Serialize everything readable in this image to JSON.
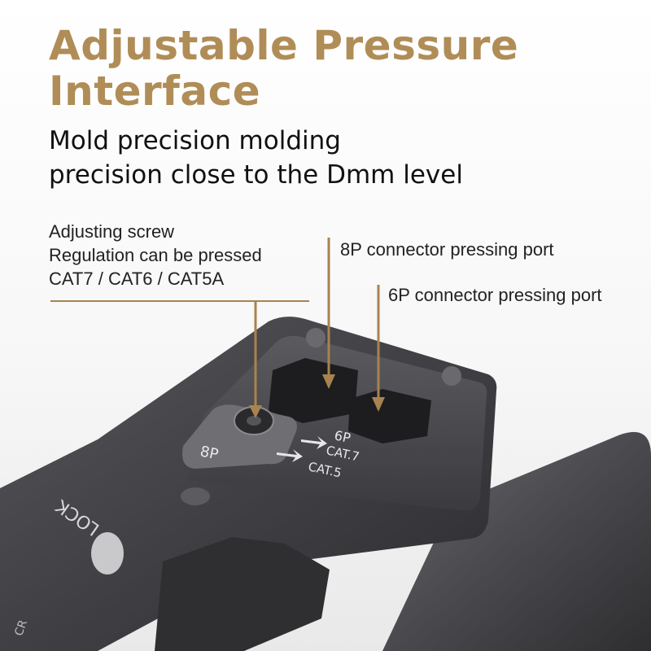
{
  "title": {
    "line1": "Adjustable Pressure",
    "line2": "Interface",
    "color": "#b08d57"
  },
  "subtitle": {
    "line1": "Mold precision molding",
    "line2": "precision close to the Dmm level"
  },
  "callouts": {
    "adjusting": {
      "line1": "Adjusting screw",
      "line2": "Regulation can be pressed",
      "line3": "CAT7 / CAT6 / CAT5A"
    },
    "port8p": "8P connector pressing port",
    "port6p": "6P connector pressing port"
  },
  "tool_marks": {
    "label_8p": "8P",
    "label_6p": "6P",
    "label_cat7": "CAT.7",
    "label_cat5": "CAT.5",
    "label_lock": "LOCK",
    "label_cr": "CR"
  },
  "colors": {
    "accent": "#b08d57",
    "tool_body": "#3a3a3d",
    "tool_face": "#4b4b4f"
  }
}
